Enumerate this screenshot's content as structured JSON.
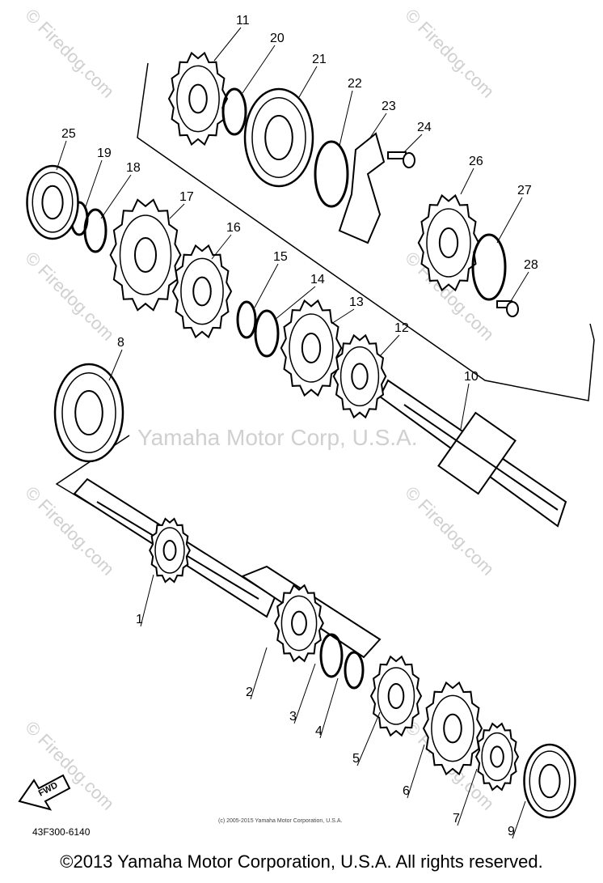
{
  "diagram": {
    "part_numbers": [
      "1",
      "2",
      "3",
      "4",
      "5",
      "6",
      "7",
      "8",
      "9",
      "10",
      "11",
      "12",
      "13",
      "14",
      "15",
      "16",
      "17",
      "18",
      "19",
      "20",
      "21",
      "22",
      "23",
      "24",
      "25",
      "26",
      "27",
      "28"
    ],
    "code": "43F300-6140",
    "fwd_label": "FWD",
    "small_copyright": "(c) 2005-2015 Yamaha Motor Corporation, U.S.A.",
    "center_watermark": "Yamaha Motor Corp, U.S.A.",
    "side_watermark": "© Firedog.com",
    "footer": "©2013 Yamaha Motor Corporation, U.S.A. All rights reserved."
  }
}
